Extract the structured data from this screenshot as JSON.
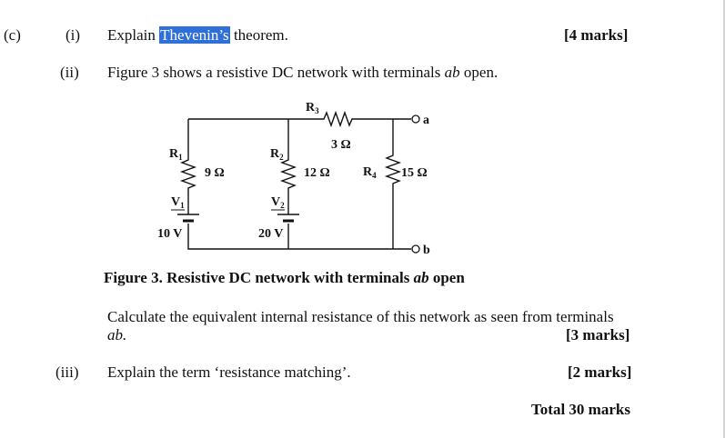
{
  "part_label": "(c)",
  "items": [
    {
      "num": "(i)",
      "text_before": "Explain ",
      "highlight": "Thevenin’s",
      "text_after": " theorem.",
      "marks": "[4 marks]"
    },
    {
      "num": "(ii)",
      "text_prefix": "Figure 3 shows a resistive DC network with terminals ",
      "text_italic": "ab",
      "text_suffix": " open."
    },
    {
      "num": "(iii)",
      "text": "Explain the term ‘resistance matching’.",
      "marks": "[2 marks]"
    }
  ],
  "figure": {
    "caption_prefix": "Figure 3. Resistive DC network with terminals ",
    "caption_italic": "ab",
    "caption_suffix": " open",
    "r1_label": "R",
    "r1_sub": "1",
    "r1_value": "9 Ω",
    "r2_label": "R",
    "r2_sub": "2",
    "r2_value": "12 Ω",
    "r3_label": "R",
    "r3_sub": "3",
    "r3_value": "3 Ω",
    "r4_label": "R",
    "r4_sub": "4",
    "r4_value": "15 Ω",
    "v1_label": "V",
    "v1_sub": "1",
    "v1_value": "10 V",
    "v2_label": "V",
    "v2_sub": "2",
    "v2_value": "20 V",
    "terminal_a": "a",
    "terminal_b": "b"
  },
  "question": {
    "line1": "Calculate the equivalent internal resistance of this network as seen from terminals",
    "line2": "ab.",
    "marks": "[3 marks]"
  },
  "total": "Total 30 marks",
  "colors": {
    "highlight": "#2f6fd8"
  }
}
